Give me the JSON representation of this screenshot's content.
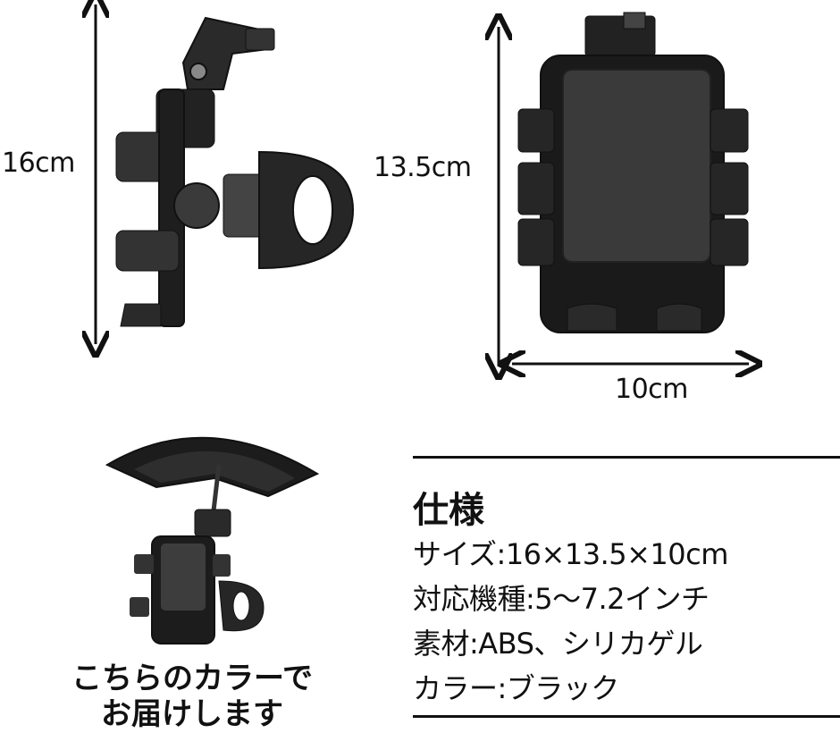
{
  "dimensions": {
    "height_side": "16cm",
    "height_front": "13.5cm",
    "width_front": "10cm"
  },
  "caption": {
    "line1": "こちらのカラーで",
    "line2": "お届けします"
  },
  "specs": {
    "title": "仕様",
    "size": "サイズ:16×13.5×10cm",
    "compatible": "対応機種:5〜7.2インチ",
    "material": "素材:ABS、シリカゲル",
    "color": "カラー:ブラック"
  },
  "colors": {
    "product_dark": "#1c1c1c",
    "product_mid": "#3a3a3a",
    "product_light": "#5a5a5a",
    "text": "#111111"
  }
}
